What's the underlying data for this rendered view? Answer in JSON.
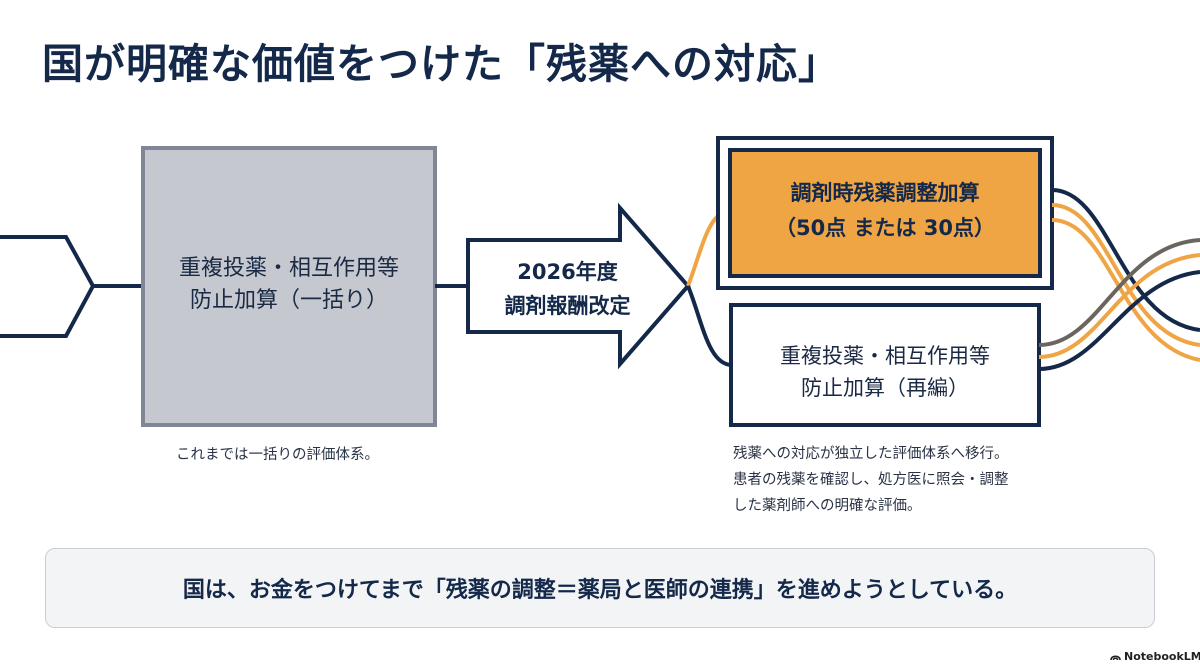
{
  "title": "国が明確な価値をつけた「残薬への対応」",
  "old_box": {
    "line1": "重複投薬・相互作用等",
    "line2": "防止加算（一括り）"
  },
  "arrow": {
    "line1": "2026年度",
    "line2": "調剤報酬改定"
  },
  "highlight_box": {
    "line1": "調剤時残薬調整加算",
    "line2": "（50点 または 30点）"
  },
  "new_box": {
    "line1": "重複投薬・相互作用等",
    "line2": "防止加算（再編）"
  },
  "caption_left": "これまでは一括りの評価体系。",
  "caption_right": [
    "残薬への対応が独立した評価体系へ移行。",
    "患者の残薬を確認し、処方医に照会・調整",
    "した薬剤師への明確な評価。"
  ],
  "banner": "国は、お金をつけてまで「残薬の調整＝薬局と医師の連携」を進めようとしている。",
  "logo": "NotebookLM",
  "colors": {
    "navy": "#14284a",
    "orange": "#f0a545",
    "gray_box": "#c5c8cf",
    "gray_border": "#7f8796",
    "line_gray": "#6b6560"
  }
}
